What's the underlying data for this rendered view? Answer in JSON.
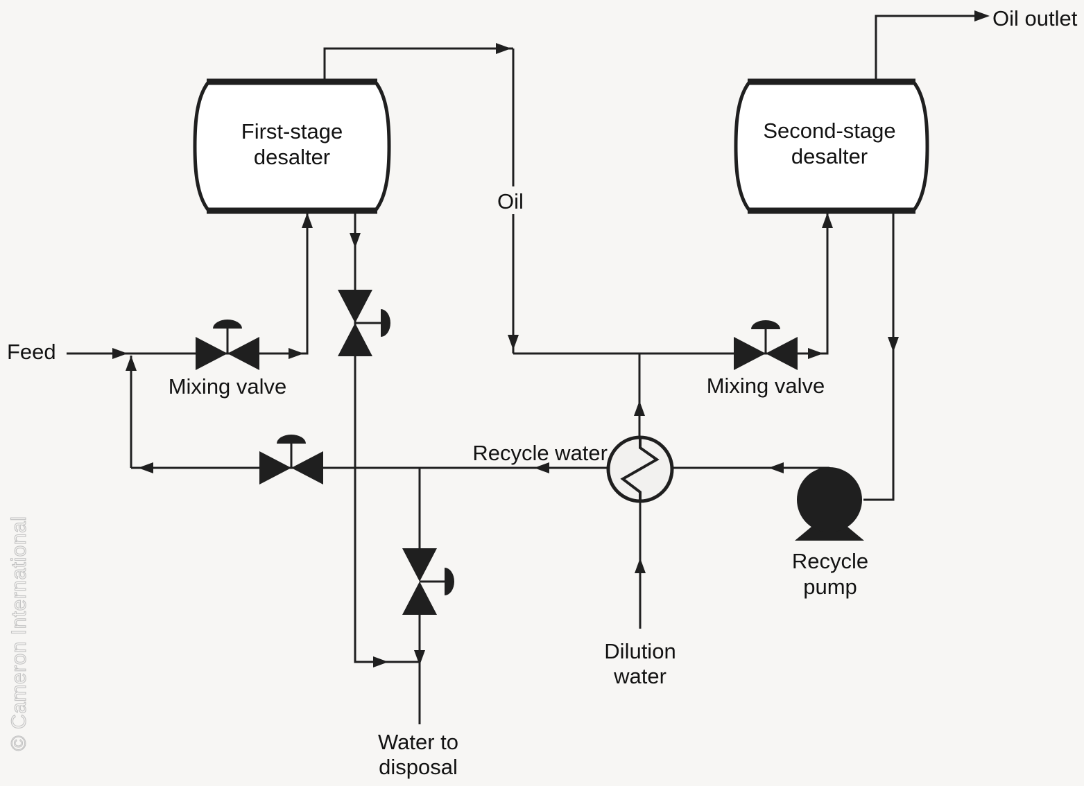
{
  "colors": {
    "background": "#f7f6f4",
    "ink": "#1f1f1f",
    "vessel_fill": "#ffffff",
    "watermark": "#c3c3c3"
  },
  "vessels": {
    "first": {
      "line1": "First-stage",
      "line2": "desalter"
    },
    "second": {
      "line1": "Second-stage",
      "line2": "desalter"
    }
  },
  "equipment": {
    "mixing_valve_first": "Mixing valve",
    "mixing_valve_second": "Mixing valve",
    "recycle_pump": {
      "line1": "Recycle",
      "line2": "pump"
    },
    "heat_exchanger": "heat-exchanger-symbol"
  },
  "streams": {
    "feed": "Feed",
    "oil": "Oil",
    "oil_outlet": "Oil outlet",
    "recycle_water": "Recycle water",
    "dilution_water": {
      "line1": "Dilution",
      "line2": "water"
    },
    "water_to_disposal": {
      "line1": "Water to",
      "line2": "disposal"
    }
  },
  "watermark": "© Cameron International"
}
